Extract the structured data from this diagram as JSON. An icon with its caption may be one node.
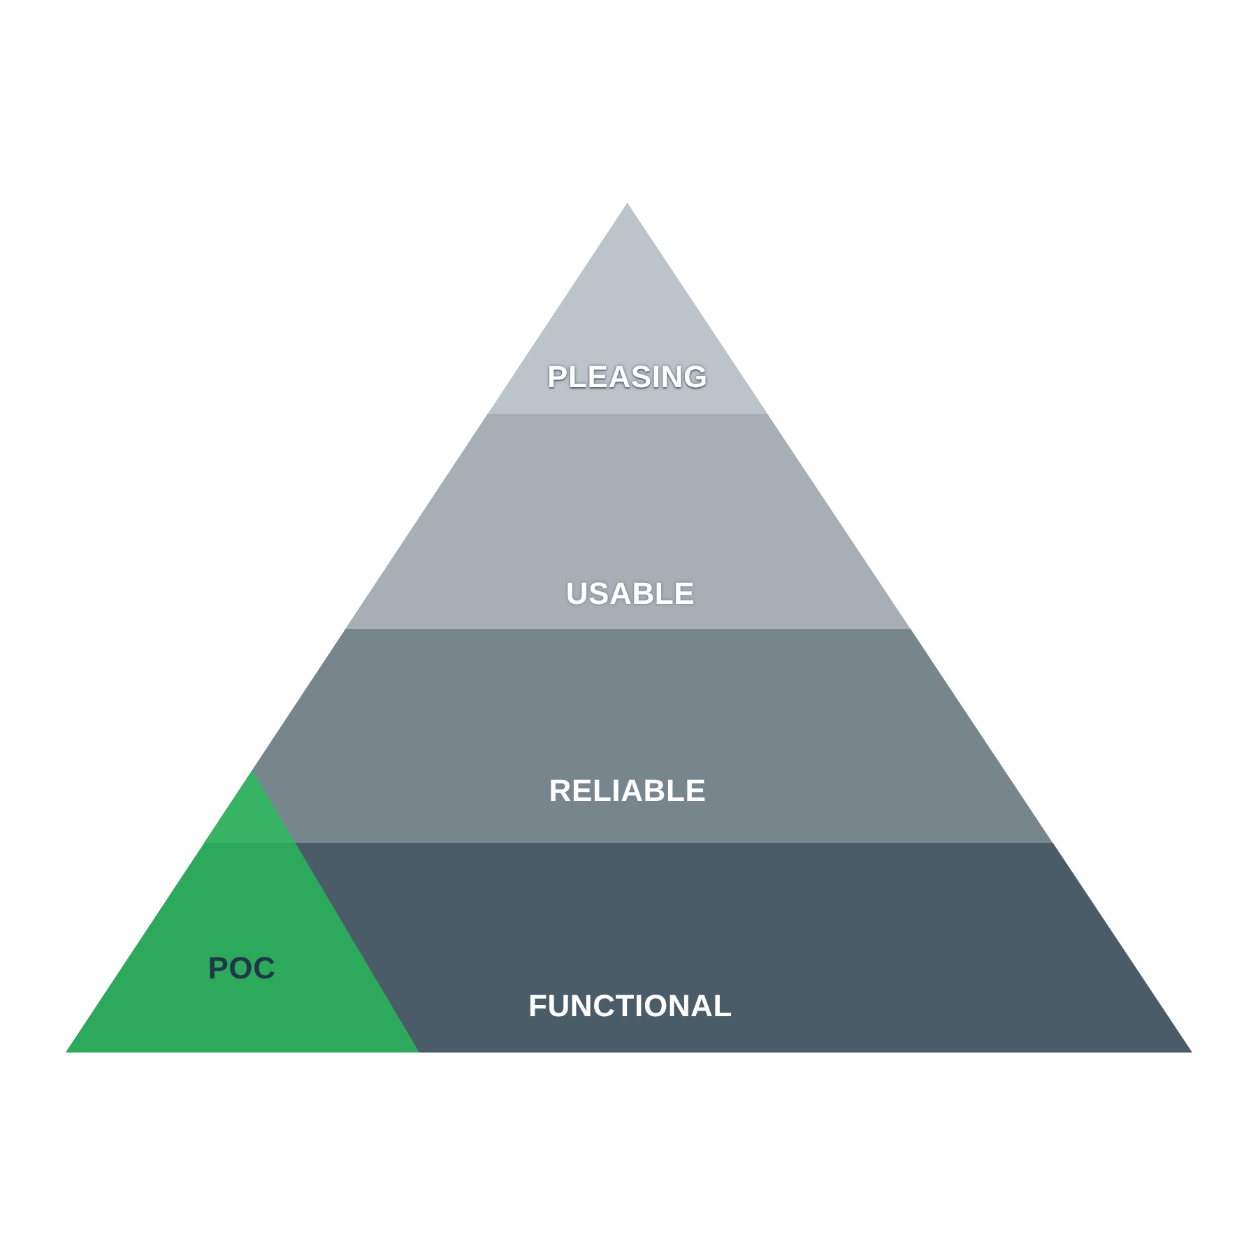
{
  "diagram": {
    "nodes": [
      {
        "text": [
          "PLEASING"
        ]
      },
      {
        "text": [
          "USABLE"
        ]
      },
      {
        "text": [
          "RELIABLE"
        ]
      },
      {
        "text": [
          "POC"
        ]
      },
      {
        "text": [
          "FUNCTIONAL"
        ]
      }
    ]
  }
}
